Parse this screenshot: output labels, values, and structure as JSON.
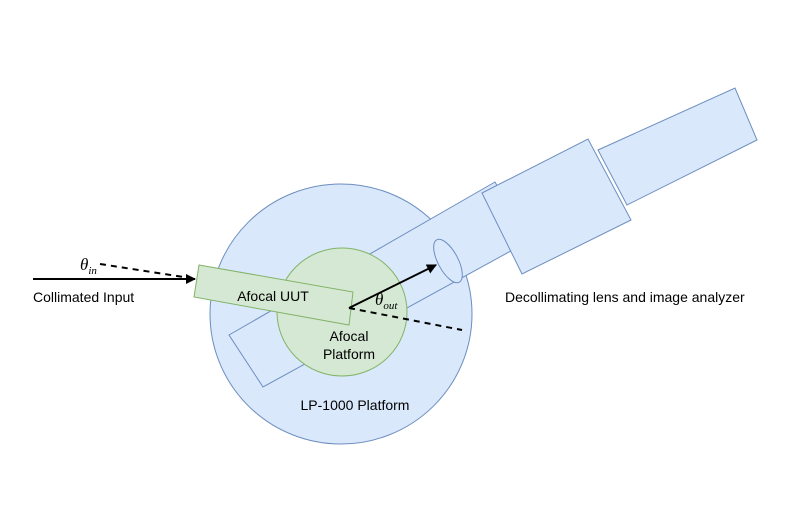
{
  "labels": {
    "collimated_input": "Collimated Input",
    "theta_symbol": "θ",
    "theta_in_sub": "in",
    "theta_out_sub": "out",
    "afocal_uut": "Afocal UUT",
    "afocal_platform_line1": "Afocal",
    "afocal_platform_line2": "Platform",
    "lp_platform": "LP-1000 Platform",
    "analyzer": "Decollimating lens and image analyzer"
  },
  "colors": {
    "blue_fill": "#dae8fc",
    "blue_stroke": "#6c8ebf",
    "green_fill": "#d5e8d4",
    "green_stroke": "#82b366",
    "line": "#000000"
  }
}
